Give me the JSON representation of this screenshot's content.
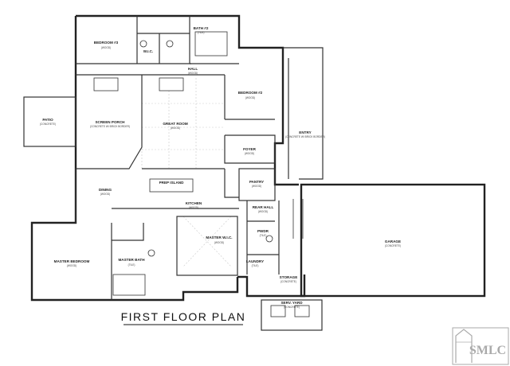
{
  "title": "FIRST FLOOR PLAN",
  "logo_text": "SMLC",
  "rooms": {
    "bedroom3": {
      "name": "BEDROOM #3",
      "note": "(WOOD)"
    },
    "bath2": {
      "name": "BATH #2",
      "note": "(TILE)"
    },
    "wic_b3": {
      "name": "W.I.C."
    },
    "hall": {
      "name": "HALL",
      "note": "(WOOD)"
    },
    "bedroom2": {
      "name": "BEDROOM #2",
      "note": "(WOOD)"
    },
    "patio": {
      "name": "PATIO",
      "note": "(CONCRETE)"
    },
    "screen_porch": {
      "name": "SCREEN PORCH",
      "note": "(CONCRETE W/ BRICK BORDER)"
    },
    "great_room": {
      "name": "GREAT ROOM",
      "note": "(WOOD)"
    },
    "entry": {
      "name": "ENTRY",
      "note": "(CONCRETE W/ BRICK BORDER)"
    },
    "foyer": {
      "name": "FOYER",
      "note": "(WOOD)"
    },
    "dining": {
      "name": "DINING",
      "note": "(WOOD)"
    },
    "prep_island": {
      "name": "PREP ISLAND"
    },
    "pantry": {
      "name": "PANTRY",
      "note": "(WOOD)"
    },
    "kitchen": {
      "name": "KITCHEN",
      "note": "(WOOD)"
    },
    "rear_hall": {
      "name": "REAR HALL",
      "note": "(WOOD)"
    },
    "powder": {
      "name": "PWDR",
      "note": "(TILE)"
    },
    "garage": {
      "name": "GARAGE",
      "note": "(CONCRETE)"
    },
    "master_bedroom": {
      "name": "MASTER BEDROOM",
      "note": "(WOOD)"
    },
    "master_wic": {
      "name": "MASTER W.I.C.",
      "note": "(WOOD)"
    },
    "master_bath": {
      "name": "MASTER BATH",
      "note": "(TILE)"
    },
    "laundry": {
      "name": "LAUNDRY",
      "note": "(TILE)"
    },
    "storage": {
      "name": "STORAGE",
      "note": "(CONCRETE)"
    },
    "serv_yard": {
      "name": "SERV. YARD",
      "note": "(CONCRETE)"
    }
  }
}
